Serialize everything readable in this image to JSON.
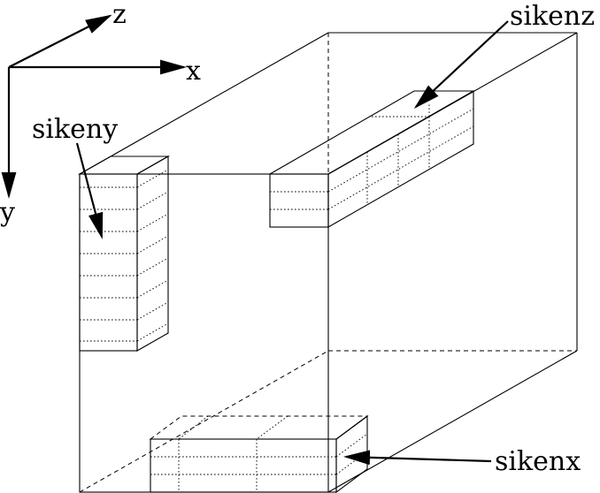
{
  "axes": {
    "x": "x",
    "y": "y",
    "z": "z"
  },
  "labels": {
    "sikenz": "sikenz",
    "sikeny": "sikeny",
    "sikenx": "sikenx"
  }
}
